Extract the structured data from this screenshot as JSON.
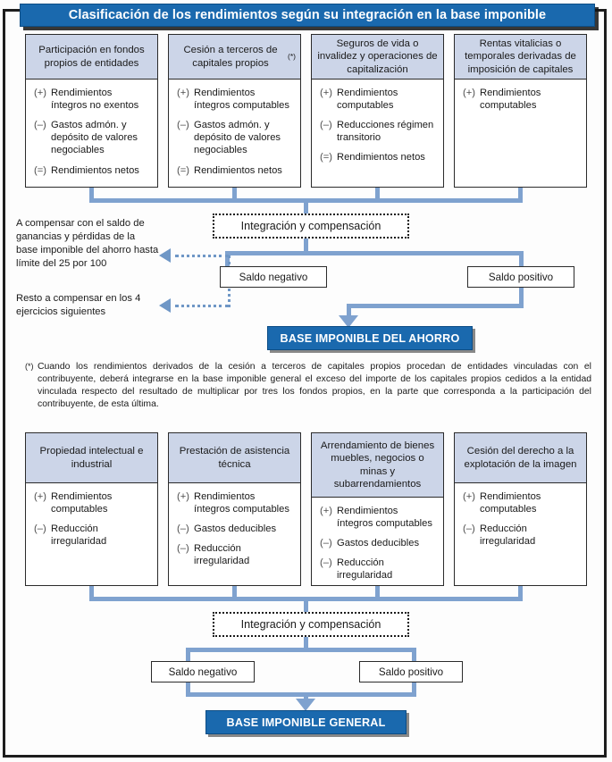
{
  "title": "Clasificación de los rendimientos según su integración en la base imponible",
  "colors": {
    "banner_blue": "#1a69ae",
    "box_header_fill": "#ccd5e8",
    "connector_blue": "#7fa2cf",
    "dotted_arrow_blue": "#6f97c6",
    "frame_dark": "#1d1d1d"
  },
  "savings_section": {
    "boxes": [
      {
        "header": "Participación en fondos propios de entidades",
        "items": [
          {
            "op": "(+)",
            "text": "Rendimientos íntegros no exentos"
          },
          {
            "op": "(–)",
            "text": "Gastos admón. y depósito de valores negociables"
          },
          {
            "op": "(=)",
            "text": "Rendimientos netos"
          }
        ]
      },
      {
        "header": "Cesión a terceros de capitales propios",
        "header_footnote": "(*)",
        "items": [
          {
            "op": "(+)",
            "text": "Rendimientos íntegros computables"
          },
          {
            "op": "(–)",
            "text": "Gastos admón. y depósito de valores negociables"
          },
          {
            "op": "(=)",
            "text": "Rendimientos netos"
          }
        ]
      },
      {
        "header": "Seguros de vida o invalidez y operaciones de capitalización",
        "items": [
          {
            "op": "(+)",
            "text": "Rendimientos computables"
          },
          {
            "op": "(–)",
            "text": "Reducciones régimen transitorio"
          },
          {
            "op": "(=)",
            "text": "Rendimientos netos"
          }
        ]
      },
      {
        "header": "Rentas vitalicias o temporales derivadas de imposición de capitales",
        "items": [
          {
            "op": "(+)",
            "text": "Rendimientos computables"
          }
        ]
      }
    ],
    "process_label": "Integración y compensación",
    "negative_label": "Saldo negativo",
    "positive_label": "Saldo positivo",
    "note_1": "A compensar con el saldo de ganancias y pérdidas de la base imponible del ahorro hasta límite del 25 por 100",
    "note_2": "Resto a compensar en los 4 ejercicios siguientes",
    "result_label": "BASE IMPONIBLE DEL AHORRO"
  },
  "footnote": {
    "mark": "(*)",
    "text": "Cuando los rendimientos derivados de la cesión a terceros de capitales propios procedan de entidades vinculadas con el contribuyente, deberá integrarse en la base imponible general el exceso del importe de los capitales propios cedidos a la entidad vinculada respecto del resultado de multiplicar por tres los fondos propios, en la parte que corresponda a la participación del contribuyente, de esta última."
  },
  "general_section": {
    "boxes": [
      {
        "header": "Propiedad intelectual e industrial",
        "items": [
          {
            "op": "(+)",
            "text": "Rendimientos computables"
          },
          {
            "op": "(–)",
            "text": "Reducción irregularidad"
          }
        ]
      },
      {
        "header": "Prestación de asistencia técnica",
        "items": [
          {
            "op": "(+)",
            "text": "Rendimientos íntegros computables"
          },
          {
            "op": "(–)",
            "text": "Gastos deducibles"
          },
          {
            "op": "(–)",
            "text": "Reducción irregularidad"
          }
        ]
      },
      {
        "header": "Arrendamiento de bienes muebles, negocios o minas y subarrendamientos",
        "items": [
          {
            "op": "(+)",
            "text": "Rendimientos íntegros computables"
          },
          {
            "op": "(–)",
            "text": "Gastos deducibles"
          },
          {
            "op": "(–)",
            "text": "Reducción irregularidad"
          }
        ]
      },
      {
        "header": "Cesión del derecho a la explotación de la imagen",
        "items": [
          {
            "op": "(+)",
            "text": "Rendimientos computables"
          },
          {
            "op": "(–)",
            "text": "Reducción irregularidad"
          }
        ]
      }
    ],
    "process_label": "Integración y compensación",
    "negative_label": "Saldo negativo",
    "positive_label": "Saldo positivo",
    "result_label": "BASE IMPONIBLE GENERAL"
  }
}
